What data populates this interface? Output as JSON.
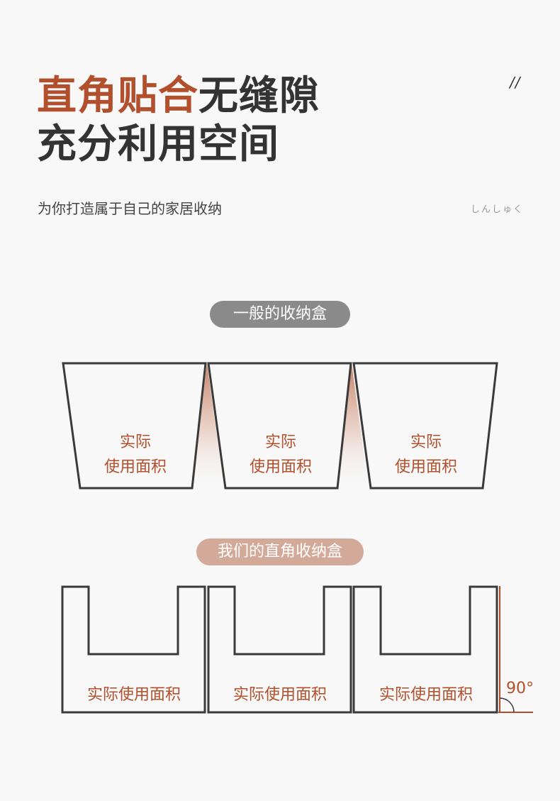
{
  "headline": {
    "line1_accent": "直角贴合",
    "line1_rest": "无缝隙",
    "line2": "充分利用空间"
  },
  "subtitle": "为你打造属于自己的家居收纳",
  "decoration": {
    "slash": "//",
    "kana": "しんしゅく"
  },
  "section_general": {
    "label": "一般的收纳盒",
    "box_label_line1": "实际",
    "box_label_line2": "使用面积"
  },
  "section_ours": {
    "label": "我们的直角收纳盒",
    "box_label": "实际使用面积",
    "angle_label": "90°"
  },
  "colors": {
    "accent": "#b24f2c",
    "outline": "#3a3a3a",
    "pill_gray": "#8a8a8a",
    "pill_rose": "#d3a999",
    "background": "#f8f8f8"
  }
}
